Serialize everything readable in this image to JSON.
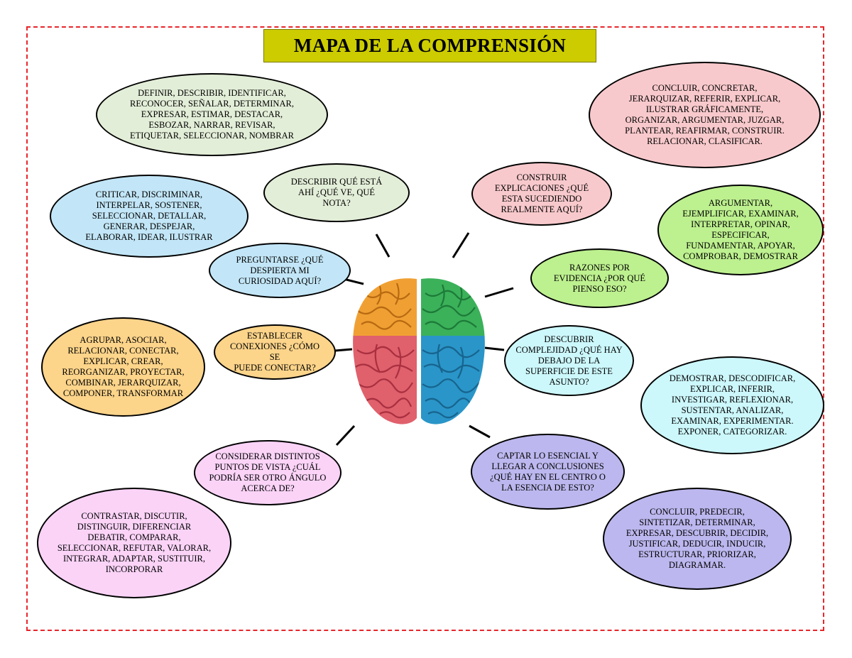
{
  "title": "MAPA DE LA COMPRENSIÓN",
  "colors": {
    "frame_border": "#e8262b",
    "title_bg": "#cccc00",
    "green_light": "#e3eed8",
    "pink": "#f8c9cc",
    "blue_light": "#c2e6f7",
    "green": "#bdf08f",
    "orange": "#fcd48a",
    "cyan_light": "#ccf7fb",
    "lavender": "#bcb7ee",
    "pink_light": "#fad3f7"
  },
  "brain": {
    "icon": "brain-icon",
    "quadrants": [
      "orange",
      "green",
      "red",
      "blue"
    ]
  },
  "ovals": {
    "definir": "DEFINIR, DESCRIBIR, IDENTIFICAR,\nRECONOCER, SEÑALAR, DETERMINAR,\nEXPRESAR, ESTIMAR, DESTACAR,\nESBOZAR, NARRAR, REVISAR,\nETIQUETAR, SELECCIONAR, NOMBRAR",
    "concluir_top": "CONCLUIR, CONCRETAR,\nJERARQUIZAR, REFERIR, EXPLICAR,\nILUSTRAR GRÁFICAMENTE,\nORGANIZAR, ARGUMENTAR, JUZGAR,\nPLANTEAR, REAFIRMAR, CONSTRUIR.\nRELACIONAR, CLASIFICAR.",
    "describir_que": "DESCRIBIR QUÉ ESTÁ\nAHÍ ¿QUÉ VE, QUÉ\nNOTA?",
    "construir_expl": "CONSTRUIR\nEXPLICACIONES ¿QUÉ\nESTA SUCEDIENDO\nREALMENTE AQUÍ?",
    "criticar": "CRITICAR, DISCRIMINAR,\nINTERPELAR, SOSTENER,\nSELECCIONAR, DETALLAR,\nGENERAR, DESPEJAR,\nELABORAR, IDEAR, ILUSTRAR",
    "argumentar": "ARGUMENTAR,\nEJEMPLIFICAR, EXAMINAR,\nINTERPRETAR, OPINAR,\nESPECIFICAR,\nFUNDAMENTAR, APOYAR,\nCOMPROBAR, DEMOSTRAR",
    "preguntarse": "PREGUNTARSE ¿QUÉ\nDESPIERTA MI\nCURIOSIDAD AQUÍ?",
    "razones": "RAZONES POR\nEVIDENCIA ¿POR QUÉ\nPIENSO ESO?",
    "agrupar": "AGRUPAR, ASOCIAR,\nRELACIONAR, CONECTAR,\nEXPLICAR, CREAR,\nREORGANIZAR, PROYECTAR,\nCOMBINAR, JERARQUIZAR,\nCOMPONER, TRANSFORMAR",
    "establecer": "ESTABLECER\nCONEXIONES ¿CÓMO SE\nPUEDE CONECTAR?",
    "descubrir": "DESCUBRIR\nCOMPLEJIDAD ¿QUÉ HAY\nDEBAJO DE LA\nSUPERFICIE DE ESTE\nASUNTO?",
    "demostrar": "DEMOSTRAR, DESCODIFICAR,\nEXPLICAR, INFERIR,\nINVESTIGAR, REFLEXIONAR,\nSUSTENTAR, ANALIZAR,\nEXAMINAR, EXPERIMENTAR.\nEXPONER, CATEGORIZAR.",
    "considerar": "CONSIDERAR DISTINTOS\nPUNTOS DE VISTA ¿CUÁL\nPODRÍA SER OTRO ÁNGULO\nACERCA DE?",
    "captar": "CAPTAR LO ESENCIAL Y\nLLEGAR A CONCLUSIONES\n¿QUÉ HAY EN EL CENTRO O\nLA ESENCIA DE ESTO?",
    "contrastar": "CONTRASTAR, DISCUTIR,\nDISTINGUIR, DIFERENCIAR\nDEBATIR, COMPARAR,\nSELECCIONAR, REFUTAR, VALORAR,\nINTEGRAR, ADAPTAR, SUSTITUIR,\nINCORPORAR",
    "concluir_bottom": "CONCLUIR, PREDECIR,\nSINTETIZAR, DETERMINAR,\nEXPRESAR, DESCUBRIR, DECIDIR,\nJUSTIFICAR, DEDUCIR, INDUCIR,\nESTRUCTURAR, PRIORIZAR,\nDIAGRAMAR."
  }
}
